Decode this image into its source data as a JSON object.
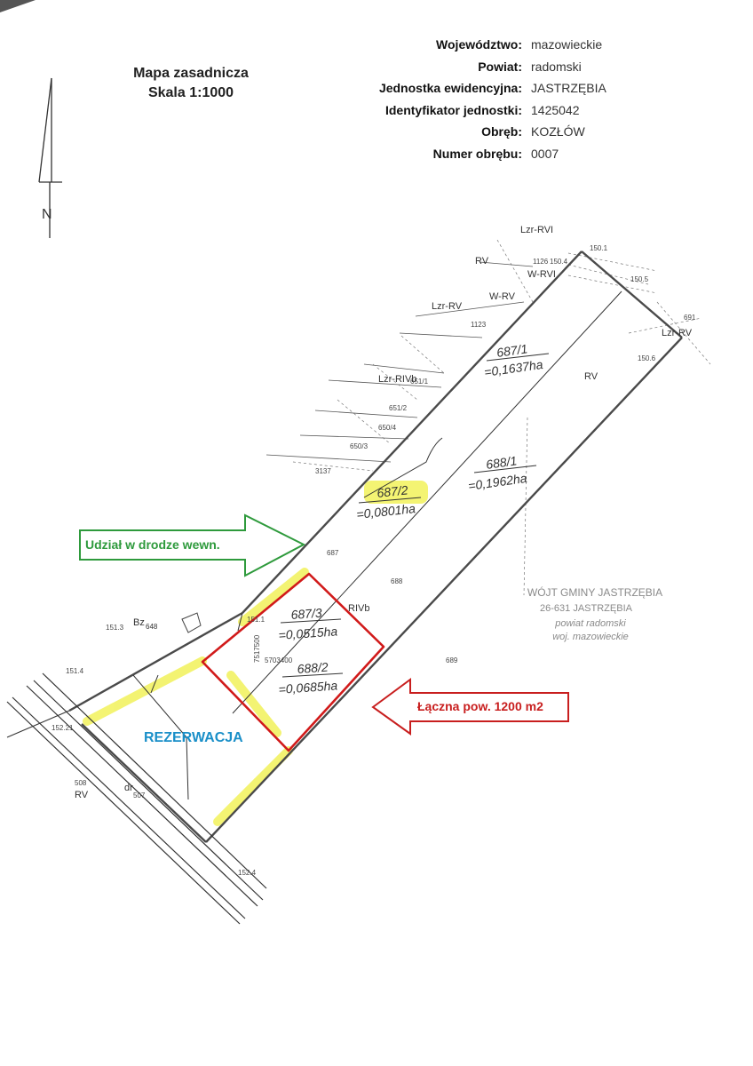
{
  "title": {
    "line1": "Mapa zasadnicza",
    "line2": "Skala 1:1000"
  },
  "header": [
    {
      "label": "Województwo:",
      "value": "mazowieckie"
    },
    {
      "label": "Powiat:",
      "value": "radomski"
    },
    {
      "label": "Jednostka ewidencyjna:",
      "value": "JASTRZĘBIA"
    },
    {
      "label": "Identyfikator jednostki:",
      "value": "1425042"
    },
    {
      "label": "Obręb:",
      "value": "KOZŁÓW"
    },
    {
      "label": "Numer obrębu:",
      "value": "0007"
    }
  ],
  "north_label": "N",
  "callouts": {
    "road_share": "Udział w drodze wewn.",
    "total_area": "Łączna pow. 1200 m2",
    "reservation": "REZERWACJA"
  },
  "parcels": [
    {
      "id": "687/1",
      "area": "=0,1637ha"
    },
    {
      "id": "688/1",
      "area": "=0,1962ha"
    },
    {
      "id": "687/2",
      "area": "=0,0801ha"
    },
    {
      "id": "687/3",
      "area": "=0,0515ha"
    },
    {
      "id": "688/2",
      "area": "=0,0685ha"
    }
  ],
  "map_labels": {
    "lzr_rvi": "Lzr-RVI",
    "rv_top": "RV",
    "w_rvi": "W-RVI",
    "w_rv": "W-RV",
    "lzr_rv_left": "Lzr-RV",
    "lzr_rv_right": "Lzr-RV",
    "lzr_rvb": "Lzr-RIVb",
    "rv_mid": "RV",
    "rivb": "RIVb",
    "bz": "Bz",
    "bz_num": "648",
    "n1123": "1123",
    "n651_1": "651/1",
    "n651_2": "651/2",
    "n650_4": "650/4",
    "n650_3": "650/3",
    "n3137": "3137",
    "n687": "687",
    "n688": "688",
    "n689": "689",
    "n691": "691",
    "n507": "507",
    "n508": "508",
    "rv_bottom": "RV",
    "dr": "dr",
    "h150_1": "150.1",
    "h150_4": "150.4",
    "h150_5": "150.5",
    "h1126": "1126",
    "h150_6": "150.6",
    "h151_1": "151.1",
    "h151_3": "151.3",
    "h151_4": "151.4",
    "h152_4": "152.4",
    "h152_21": "152.21",
    "c7517500": "7517500",
    "c5703400": "5703400"
  },
  "stamp": {
    "line1": "WÓJT GMINY JASTRZĘBIA",
    "line2": "26-631 JASTRZĘBIA",
    "line3": "powiat radomski",
    "line4": "woj. mazowieckie"
  },
  "colors": {
    "boundary": "#4a4a4a",
    "reservation_outline": "#d11a1a",
    "highlight": "#f2f25a",
    "green_callout": "#2e9a3c",
    "red_callout": "#c81e1e",
    "blue_text": "#1a8fc8"
  }
}
